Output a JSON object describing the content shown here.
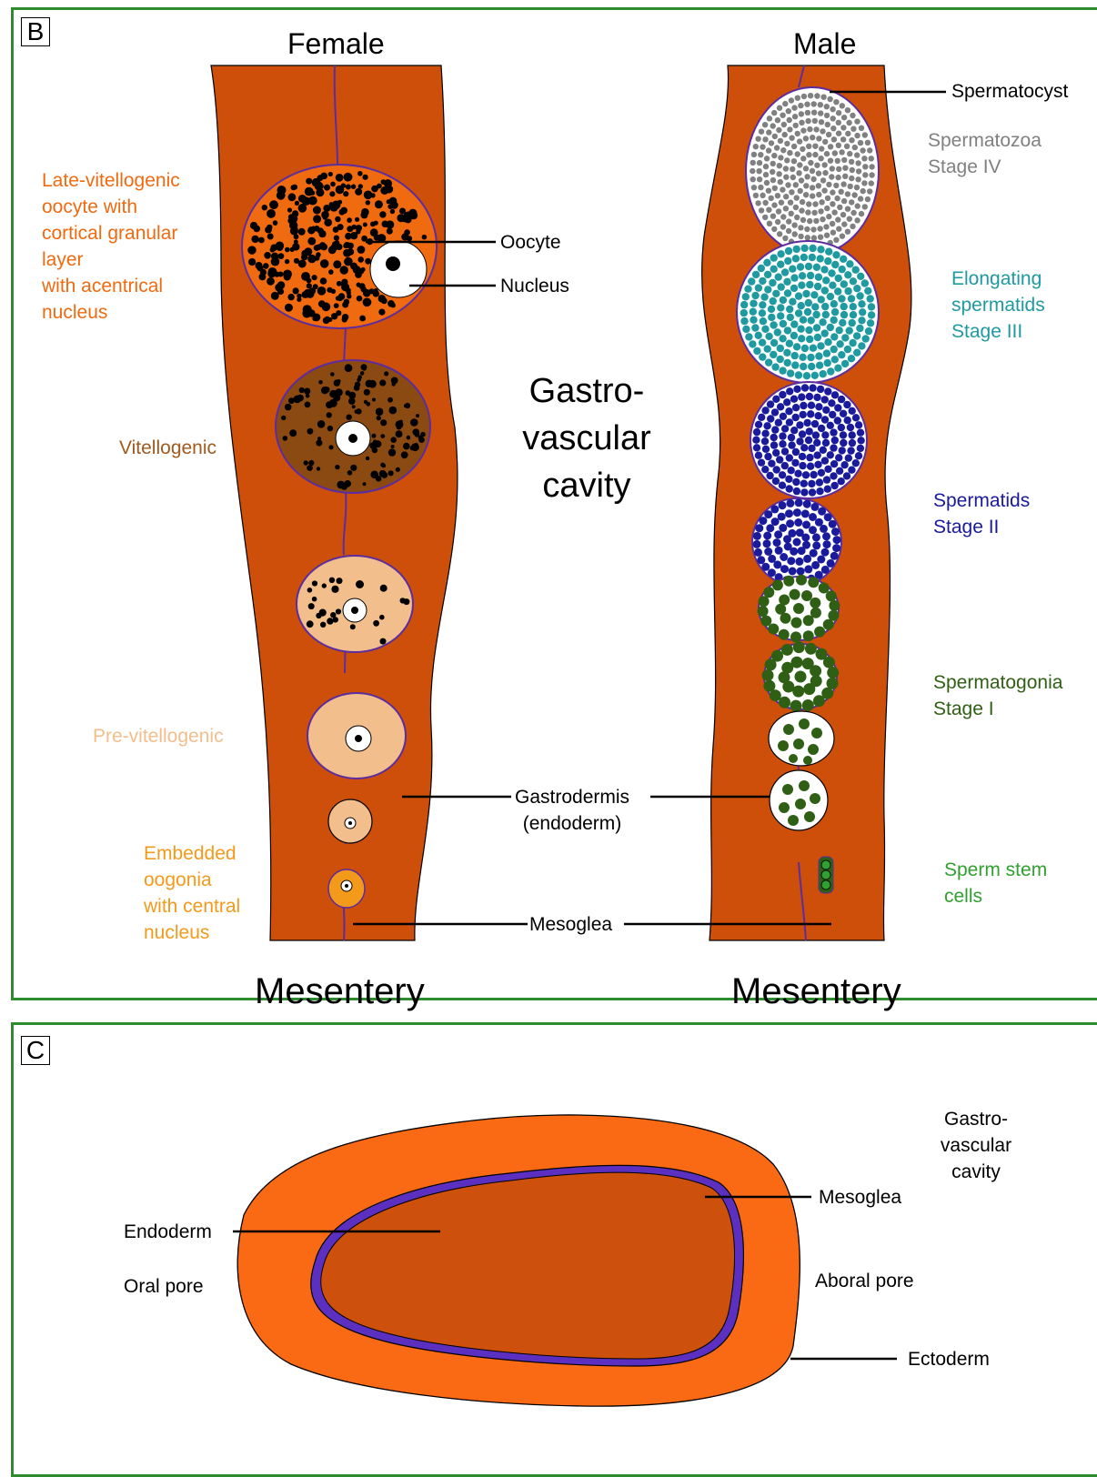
{
  "colors": {
    "panel_border": "#2e8b2e",
    "tissue": "#cd4f0a",
    "mesoglea_line": "#5b2d9e",
    "oocyte_late": "#f06a10",
    "oocyte_vitellogenic": "#8b4a12",
    "oocyte_previtellogenic": "#f2be8c",
    "oogonia": "#f39a1a",
    "spermatozoa": "#808080",
    "elongating_spermatids": "#1e9aa0",
    "spermatids": "#1a1a9c",
    "spermatogonia": "#2f5f14",
    "sperm_stem": "#30a030",
    "ectoderm": "#fa6914",
    "endoderm": "#cd500c",
    "mesoglea_band": "#5b2fc0"
  },
  "panel_b": {
    "tag": "B",
    "female_heading": "Female",
    "male_heading": "Male",
    "cavity_lines": [
      "Gastro-",
      "vascular",
      "cavity"
    ],
    "mesentery_left": "Mesentery",
    "mesentery_right": "Mesentery",
    "female_stages": {
      "late_vitellogenic": [
        "Late-vitellogenic",
        "oocyte with",
        "cortical granular",
        "layer",
        "with acentrical",
        "nucleus"
      ],
      "vitellogenic": "Vitellogenic",
      "pre_vitellogenic": "Pre-vitellogenic",
      "embedded_oogonia": [
        "Embedded",
        "oogonia",
        "with central",
        "nucleus"
      ]
    },
    "male_stages": {
      "spermatozoa": [
        "Spermatozoa",
        "Stage IV"
      ],
      "elongating_spermatids": [
        "Elongating",
        "spermatids",
        "Stage III"
      ],
      "spermatids": [
        "Spermatids",
        "Stage II"
      ],
      "spermatogonia": [
        "Spermatogonia",
        "Stage I"
      ],
      "sperm_stem_cells": [
        "Sperm stem",
        "cells"
      ]
    },
    "callouts": {
      "oocyte": "Oocyte",
      "nucleus": "Nucleus",
      "spermatocyst": "Spermatocyst",
      "gastrodermis": [
        "Gastrodermis",
        "(endoderm)"
      ],
      "mesoglea": "Mesoglea"
    }
  },
  "panel_c": {
    "tag": "C",
    "cavity_lines": [
      "Gastro-",
      "vascular",
      "cavity"
    ],
    "labels": {
      "endoderm": "Endoderm",
      "mesoglea": "Mesoglea",
      "oral_pore": "Oral pore",
      "aboral_pore": "Aboral pore",
      "ectoderm": "Ectoderm"
    }
  }
}
